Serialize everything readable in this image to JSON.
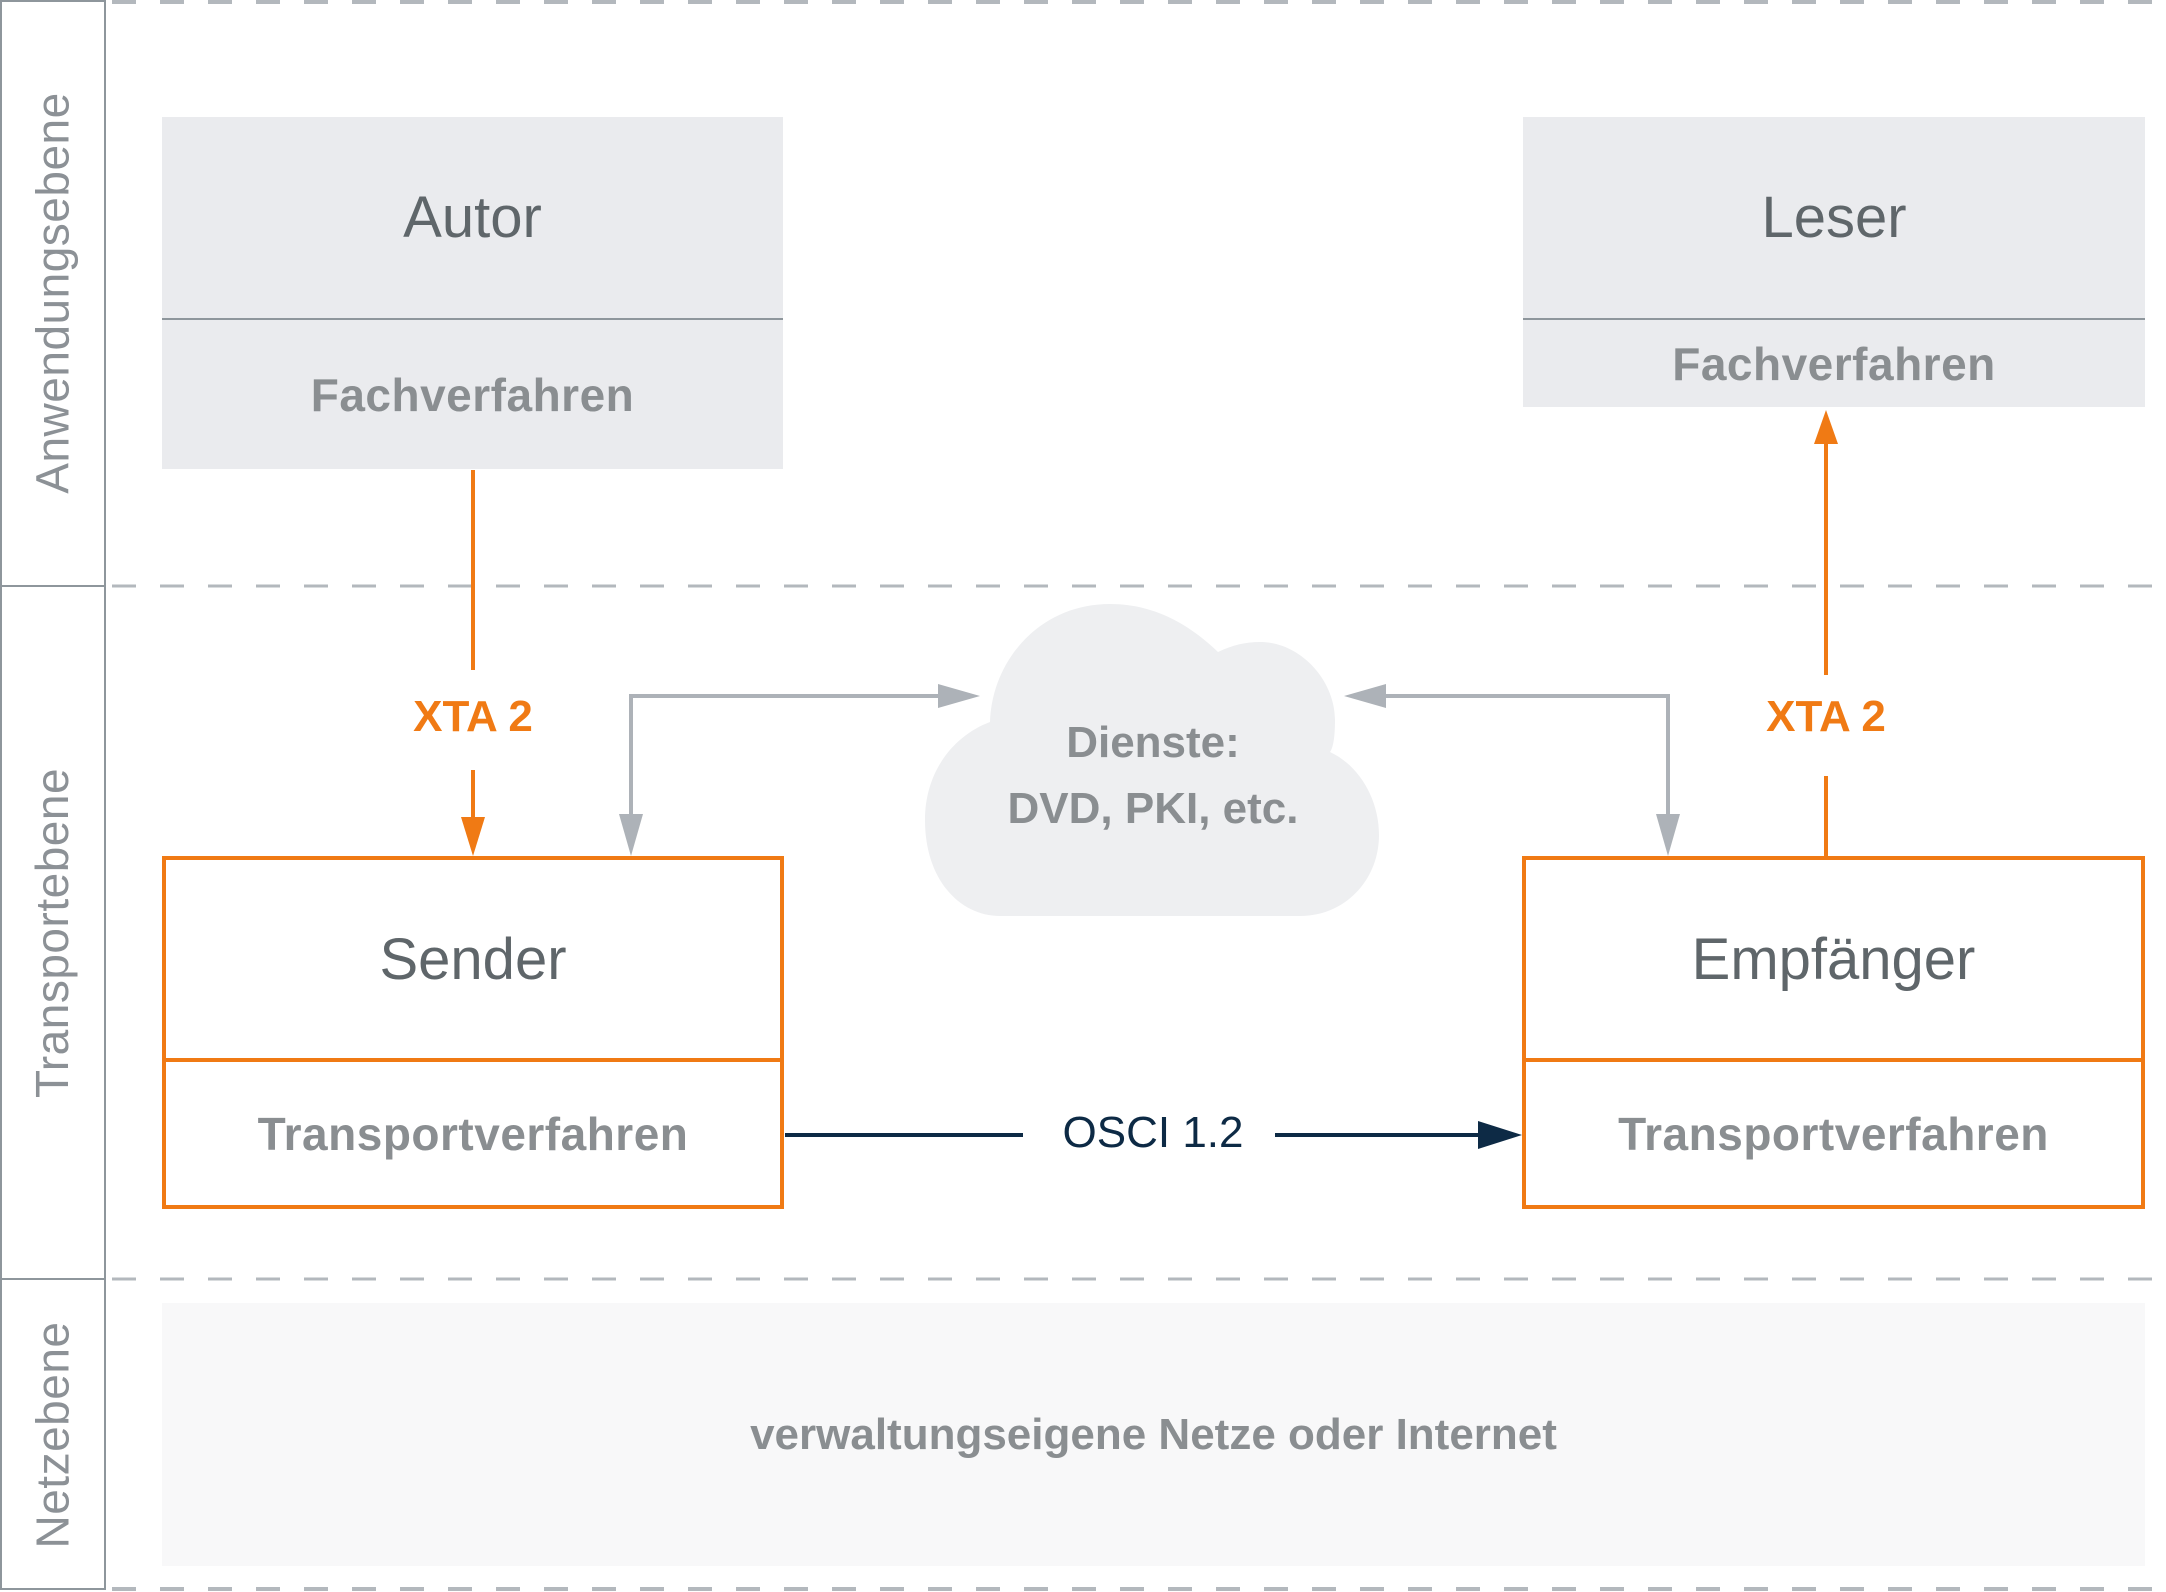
{
  "lanes": [
    {
      "label": "Anwendungsebene"
    },
    {
      "label": "Transportebene"
    },
    {
      "label": "Netzebene"
    }
  ],
  "application": {
    "author": {
      "title": "Autor",
      "subtitle": "Fachverfahren"
    },
    "reader": {
      "title": "Leser",
      "subtitle": "Fachverfahren"
    }
  },
  "transport": {
    "sender": {
      "title": "Sender",
      "subtitle": "Transportverfahren"
    },
    "receiver": {
      "title": "Empfänger",
      "subtitle": "Transportverfahren"
    },
    "protocol_left": "XTA 2",
    "protocol_right": "XTA 2",
    "transport_protocol": "OSCI 1.2",
    "services": {
      "line1": "Dienste:",
      "line2": "DVD, PKI, etc."
    }
  },
  "network": {
    "label": "verwaltungseigene Netze oder Internet"
  },
  "colors": {
    "accent_orange": "#f07a14",
    "navy": "#0d2a45",
    "connector_gray": "#adb2b8",
    "divider_gray": "#b3b8bd"
  }
}
